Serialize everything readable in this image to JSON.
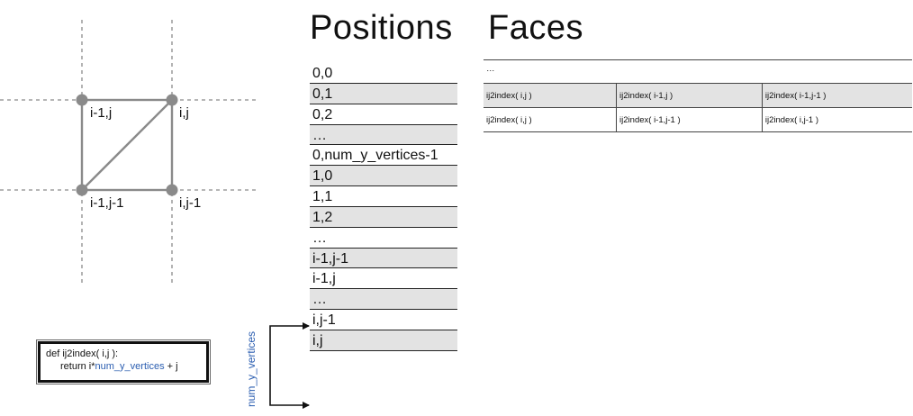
{
  "diagram": {
    "vertex_labels": {
      "top_left": "i-1,j",
      "top_right": "i,j",
      "bottom_left": "i-1,j-1",
      "bottom_right": "i,j-1"
    }
  },
  "code": {
    "line1": "def ij2index( i,j ):",
    "line2_prefix": "return i*",
    "line2_var": "num_y_vertices",
    "line2_suffix": " + j"
  },
  "positions": {
    "title": "Positions",
    "rows": [
      "0,0",
      "0,1",
      "0,2",
      "…",
      "0,num_y_vertices-1",
      "1,0",
      "1,1",
      "1,2",
      "…",
      "i-1,j-1",
      "i-1,j",
      "…",
      "i,j-1",
      "i,j"
    ]
  },
  "arrow": {
    "label": "num_y_vertices"
  },
  "faces": {
    "title": "Faces",
    "header": "…",
    "rows": [
      [
        "ij2index( i,j )",
        "ij2index( i-1,j )",
        "ij2index( i-1,j-1 )"
      ],
      [
        "ij2index( i,j )",
        "ij2index( i-1,j-1 )",
        "ij2index( i,j-1 )"
      ]
    ]
  },
  "colors": {
    "dot": "#8a8a8a",
    "edge": "#8a8a8a",
    "accent_blue": "#2a5db0",
    "row_shade": "#e3e3e3"
  }
}
